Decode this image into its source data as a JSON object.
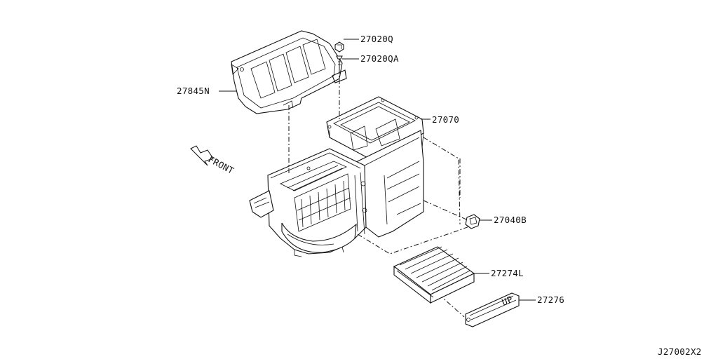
{
  "callouts": {
    "p27020Q": "27020Q",
    "p27020QA": "27020QA",
    "p27845N": "27845N",
    "p27070": "27070",
    "p27040B": "27040B",
    "p27274L": "27274L",
    "p27276": "27276"
  },
  "front_label": "FRONT",
  "drawing_code": "J27002X2",
  "cover_marking": "UP"
}
